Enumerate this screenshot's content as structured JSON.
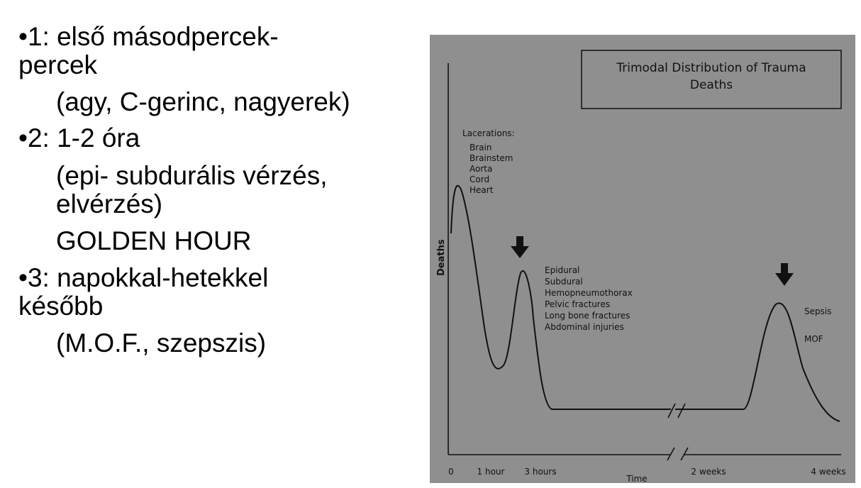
{
  "slide": {
    "bullets": [
      {
        "text": "•1: első másodpercek-",
        "indent": false
      },
      {
        "text": "percek",
        "indent": false
      },
      {
        "text": "(agy, C-gerinc, nagyerek)",
        "indent": true
      },
      {
        "text": "•2: 1-2 óra",
        "indent": false
      },
      {
        "text": "(epi- subdurális vérzés,",
        "indent": true
      },
      {
        "text": "elvérzés)",
        "indent": true
      },
      {
        "text": "GOLDEN HOUR",
        "indent": true
      },
      {
        "text": "•3: napokkal-hetekkel",
        "indent": false
      },
      {
        "text": "később",
        "indent": false
      },
      {
        "text": "(M.O.F., szepszis)",
        "indent": true
      }
    ]
  },
  "chart_data": {
    "type": "line",
    "title": "Trimodal Distribution of Trauma Deaths",
    "title_lines": [
      "Trimodal Distribution of Trauma",
      "Deaths"
    ],
    "xlabel": "Time",
    "ylabel": "Deaths",
    "x_ticks": [
      "0",
      "1 hour",
      "3 hours",
      "2 weeks",
      "4 weeks"
    ],
    "axis_break": true,
    "peaks": [
      {
        "label": "Lacerations:",
        "items": [
          "Brain",
          "Brainstem",
          "Aorta",
          "Cord",
          "Heart"
        ],
        "arrow": false
      },
      {
        "label": "",
        "items": [
          "Epidural",
          "Subdural",
          "Hemopneumothorax",
          "Pelvic fractures",
          "Long bone fractures",
          "Abdominal injuries"
        ],
        "arrow": true
      },
      {
        "label": "",
        "items": [
          "Sepsis",
          "MOF"
        ],
        "arrow": true
      }
    ],
    "colors": {
      "background": "#8f8f8f",
      "ink": "#111111"
    }
  }
}
